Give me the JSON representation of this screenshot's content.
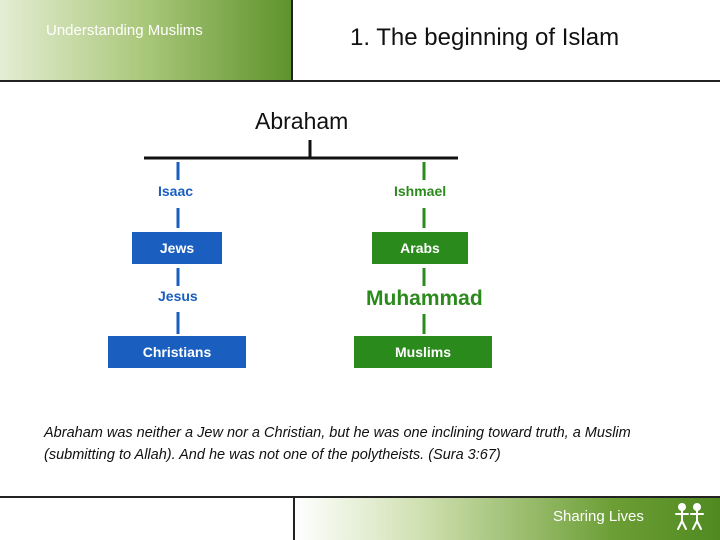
{
  "header": {
    "section_label": "Understanding Muslims",
    "title": "1. The beginning of Islam"
  },
  "tree": {
    "root": "Abraham",
    "left_branch": {
      "top": "Isaac",
      "box1": "Jews",
      "middle": "Jesus",
      "box2": "Christians",
      "color": "#1a5fbf"
    },
    "right_branch": {
      "top": "Ishmael",
      "box1": "Arabs",
      "middle": "Muhammad",
      "box2": "Muslims",
      "color": "#2b8a1c"
    }
  },
  "quote": "Abraham was neither a Jew nor a Christian, but he was one inclining toward truth, a Muslim (submitting to Allah). And he was not one of the polytheists. (Sura 3:67)",
  "footer": {
    "label": "Sharing Lives",
    "logo_icon": "two-stick-figures-icon"
  }
}
